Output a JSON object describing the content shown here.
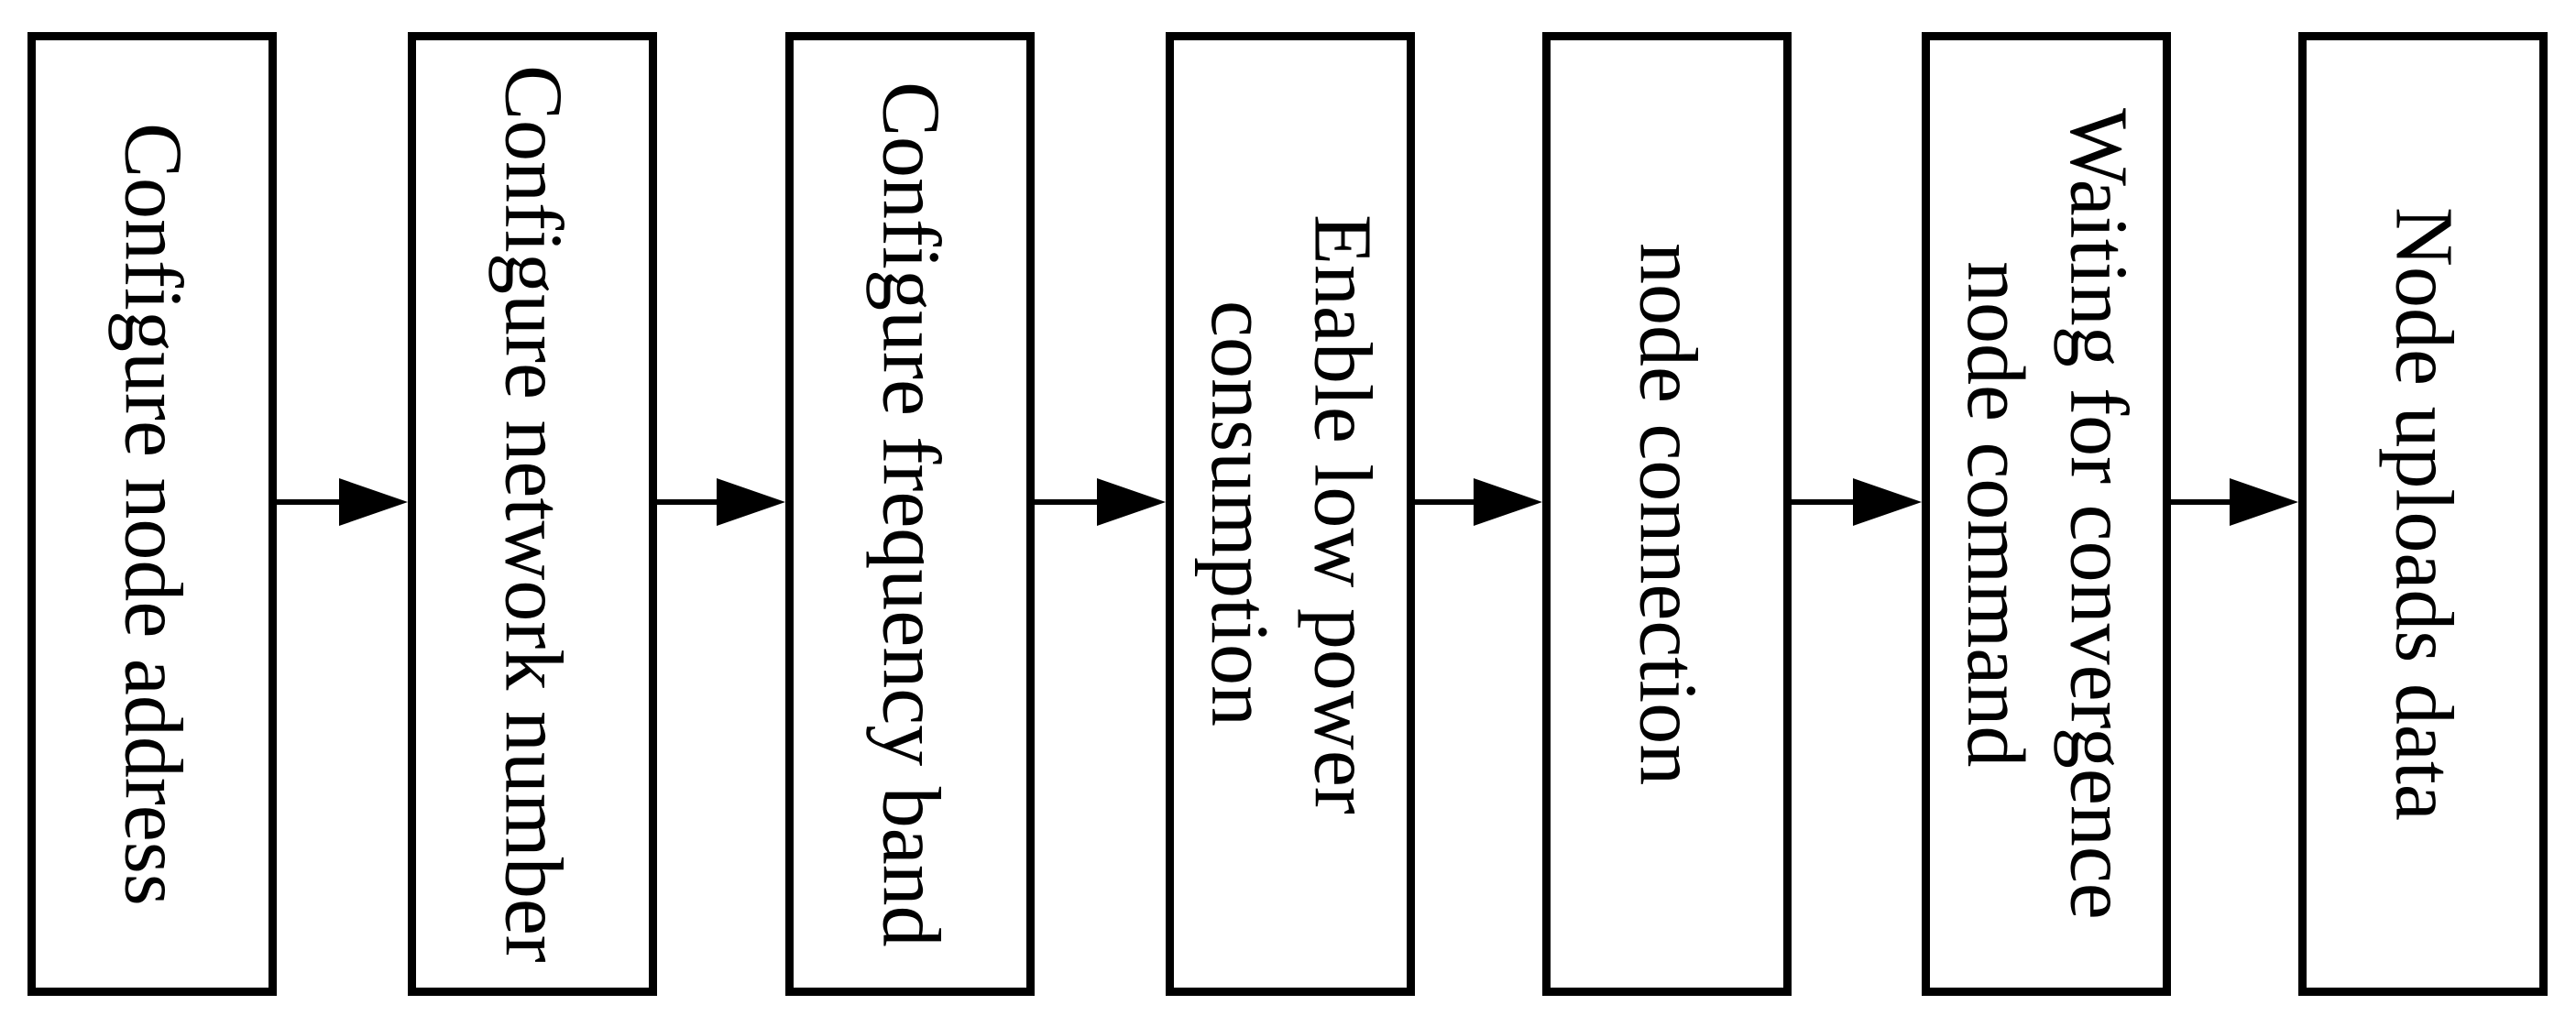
{
  "figure": {
    "type": "flowchart",
    "orientation": "horizontal",
    "background_color": "#ffffff",
    "box_border_color": "#000000",
    "text_color": "#000000",
    "arrow_color": "#000000",
    "text_rotation": "90deg-clockwise",
    "steps": [
      {
        "id": "configure-node-address",
        "text": "Configure node address"
      },
      {
        "id": "configure-network-number",
        "text": "Configure network number"
      },
      {
        "id": "configure-frequency-band",
        "text": "Configure frequency band"
      },
      {
        "id": "enable-low-power-consumption",
        "text": "Enable low power\nconsumption"
      },
      {
        "id": "node-connection",
        "text": "node connection"
      },
      {
        "id": "waiting-for-convergence-node-command",
        "text": "Waiting for convergence\nnode command"
      },
      {
        "id": "node-uploads-data",
        "text": "Node uploads data"
      }
    ],
    "connectors": [
      {
        "from": 0,
        "to": 1,
        "style": "solid-right-arrow"
      },
      {
        "from": 1,
        "to": 2,
        "style": "solid-right-arrow"
      },
      {
        "from": 2,
        "to": 3,
        "style": "solid-right-arrow"
      },
      {
        "from": 3,
        "to": 4,
        "style": "solid-right-arrow"
      },
      {
        "from": 4,
        "to": 5,
        "style": "solid-right-arrow"
      },
      {
        "from": 5,
        "to": 6,
        "style": "solid-right-arrow"
      }
    ]
  }
}
